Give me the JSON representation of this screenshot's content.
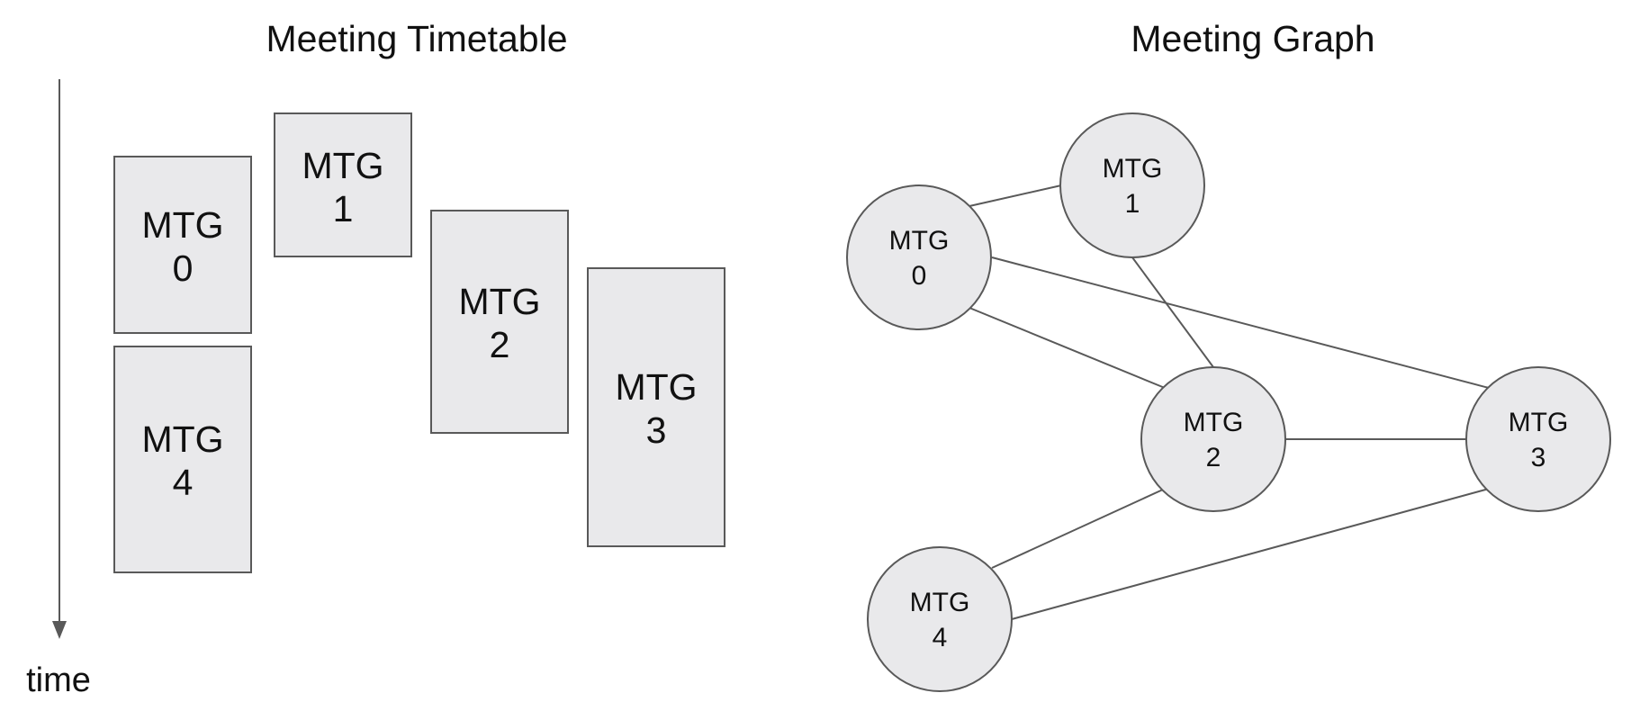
{
  "timetable": {
    "title": "Meeting Timetable",
    "axis_label": "time",
    "meetings": [
      {
        "line1": "MTG",
        "line2": "0"
      },
      {
        "line1": "MTG",
        "line2": "1"
      },
      {
        "line1": "MTG",
        "line2": "2"
      },
      {
        "line1": "MTG",
        "line2": "3"
      },
      {
        "line1": "MTG",
        "line2": "4"
      }
    ]
  },
  "graph": {
    "title": "Meeting Graph",
    "nodes": [
      {
        "line1": "MTG",
        "line2": "0"
      },
      {
        "line1": "MTG",
        "line2": "1"
      },
      {
        "line1": "MTG",
        "line2": "2"
      },
      {
        "line1": "MTG",
        "line2": "3"
      },
      {
        "line1": "MTG",
        "line2": "4"
      }
    ],
    "edges": [
      [
        "0",
        "1"
      ],
      [
        "0",
        "2"
      ],
      [
        "0",
        "3"
      ],
      [
        "1",
        "2"
      ],
      [
        "2",
        "3"
      ],
      [
        "2",
        "4"
      ],
      [
        "3",
        "4"
      ]
    ]
  },
  "colors": {
    "fill": "#e9e9eb",
    "stroke": "#595959",
    "text": "#111111"
  }
}
